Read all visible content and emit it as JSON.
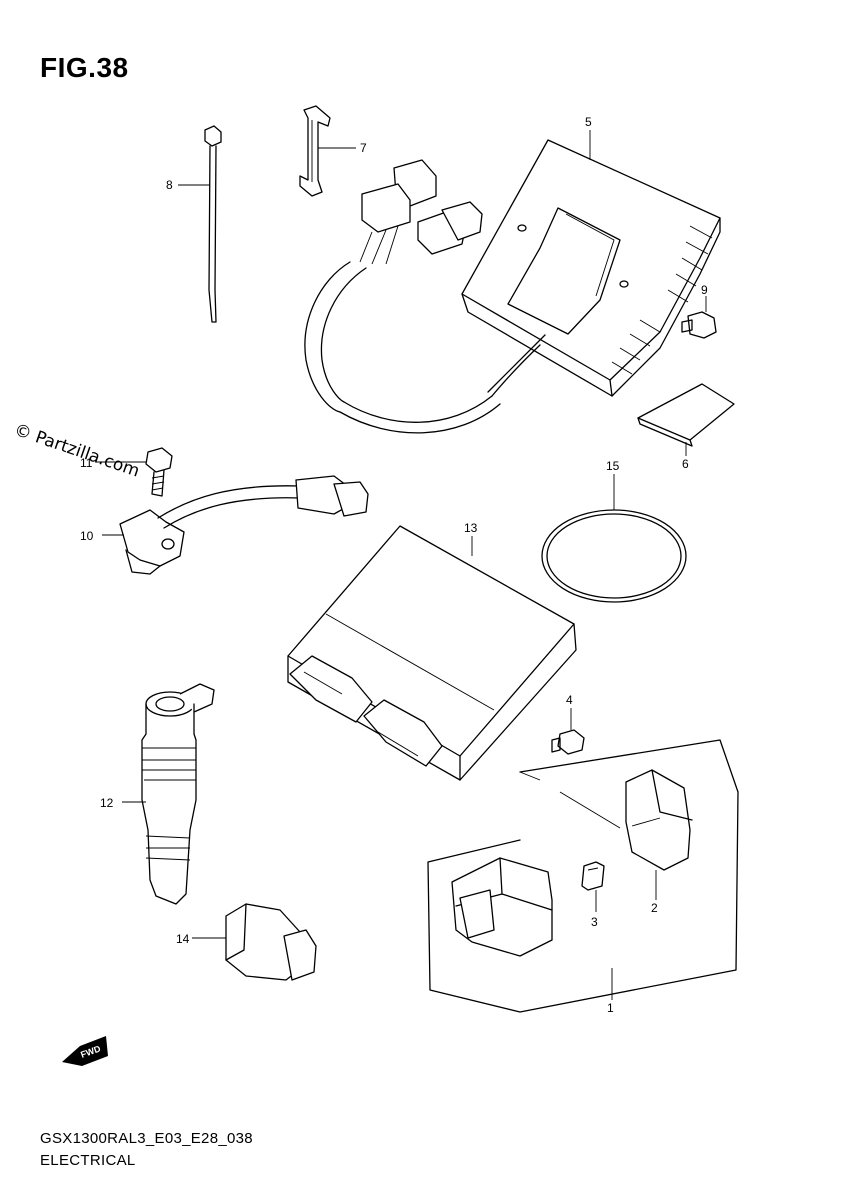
{
  "figure": {
    "title": "FIG.38",
    "code": "GSX1300RAL3_E03_E28_038",
    "name": "ELECTRICAL",
    "watermark": "© Partzilla.com",
    "fwd_badge": "FWD"
  },
  "callouts": [
    {
      "id": "1",
      "label": "1"
    },
    {
      "id": "2",
      "label": "2"
    },
    {
      "id": "3",
      "label": "3"
    },
    {
      "id": "4",
      "label": "4"
    },
    {
      "id": "5",
      "label": "5"
    },
    {
      "id": "6",
      "label": "6"
    },
    {
      "id": "7",
      "label": "7"
    },
    {
      "id": "8",
      "label": "8"
    },
    {
      "id": "9",
      "label": "9"
    },
    {
      "id": "10",
      "label": "10"
    },
    {
      "id": "11",
      "label": "11"
    },
    {
      "id": "12",
      "label": "12"
    },
    {
      "id": "13",
      "label": "13"
    },
    {
      "id": "14",
      "label": "14"
    },
    {
      "id": "15",
      "label": "15"
    }
  ]
}
